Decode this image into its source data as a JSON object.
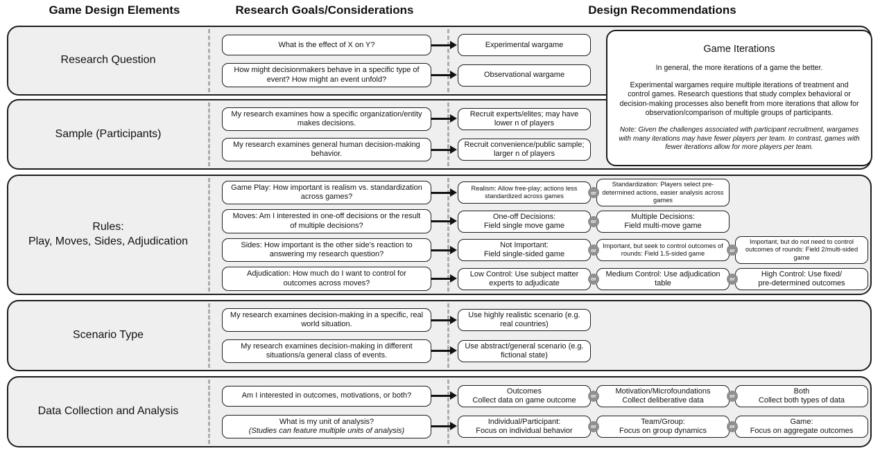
{
  "headers": {
    "col1": "Game Design Elements",
    "col2": "Research Goals/Considerations",
    "col3": "Design Recommendations"
  },
  "or_label": "or",
  "rows": [
    {
      "label_lines": [
        "Research Question"
      ],
      "pairs": [
        {
          "question_lines": [
            "What is the effect of X on Y?"
          ],
          "options": [
            {
              "lines": [
                "Experimental wargame"
              ]
            }
          ]
        },
        {
          "question_lines": [
            "How might decisionmakers behave in a specific type of event? How might an event unfold?"
          ],
          "options": [
            {
              "lines": [
                "Observational wargame"
              ]
            }
          ]
        }
      ]
    },
    {
      "label_lines": [
        "Sample (Participants)"
      ],
      "pairs": [
        {
          "question_lines": [
            "My research examines how a specific organization/entity makes decisions."
          ],
          "options": [
            {
              "lines": [
                "Recruit experts/elites; may have lower n of players"
              ]
            }
          ]
        },
        {
          "question_lines": [
            "My research examines general human decision-making behavior."
          ],
          "options": [
            {
              "lines": [
                "Recruit convenience/public sample; larger n of players"
              ]
            }
          ]
        }
      ]
    },
    {
      "label_lines": [
        "Rules:",
        "Play, Moves, Sides, Adjudication"
      ],
      "pairs": [
        {
          "question_lines": [
            "Game Play: How important is realism vs. standardization across games?"
          ],
          "options": [
            {
              "lines": [
                "Realism: Allow free-play; actions less standardized across games"
              ]
            },
            {
              "lines": [
                "Standardization: Players select pre-determined actions, easier analysis across games"
              ]
            }
          ]
        },
        {
          "question_lines": [
            "Moves: Am I interested in one-off decisions or the result of multiple decisions?"
          ],
          "options": [
            {
              "lines": [
                "One-off Decisions:",
                "Field single move game"
              ]
            },
            {
              "lines": [
                "Multiple Decisions:",
                "Field multi-move game"
              ]
            }
          ]
        },
        {
          "question_lines": [
            "Sides: How important is the other side's reaction to answering my research question?"
          ],
          "options": [
            {
              "lines": [
                "Not Important:",
                "Field single-sided game"
              ]
            },
            {
              "lines": [
                "Important, but seek to control outcomes of rounds: Field 1.5-sided game"
              ]
            },
            {
              "lines": [
                "Important, but do not need to control outcomes of rounds: Field 2/multi-sided game"
              ]
            }
          ]
        },
        {
          "question_lines": [
            "Adjudication: How much do I want to control for outcomes across moves?"
          ],
          "options": [
            {
              "lines": [
                "Low Control: Use subject matter experts to adjudicate"
              ]
            },
            {
              "lines": [
                "Medium Control: Use adjudication table"
              ]
            },
            {
              "lines": [
                "High Control: Use fixed/",
                "pre-determined outcomes"
              ]
            }
          ]
        }
      ]
    },
    {
      "label_lines": [
        "Scenario Type"
      ],
      "pairs": [
        {
          "question_lines": [
            "My research examines decision-making in a specific, real world situation."
          ],
          "options": [
            {
              "lines": [
                "Use highly realistic scenario (e.g. real countries)"
              ]
            }
          ]
        },
        {
          "question_lines": [
            "My research examines decision-making in different situations/a general class of events."
          ],
          "options": [
            {
              "lines": [
                "Use abstract/general scenario (e.g. fictional state)"
              ]
            }
          ]
        }
      ]
    },
    {
      "label_lines": [
        "Data Collection and Analysis"
      ],
      "pairs": [
        {
          "question_lines": [
            "Am I interested in outcomes, motivations, or both?"
          ],
          "options": [
            {
              "lines": [
                "Outcomes",
                "Collect data on game outcome"
              ]
            },
            {
              "lines": [
                "Motivation/Microfoundations",
                "Collect deliberative data"
              ]
            },
            {
              "lines": [
                "Both",
                "Collect both types of data"
              ]
            }
          ]
        },
        {
          "question_lines": [
            "What is my unit of analysis?",
            "(Studies can feature multiple units of analysis)"
          ],
          "options": [
            {
              "lines": [
                "Individual/Participant:",
                "Focus on individual behavior"
              ]
            },
            {
              "lines": [
                "Team/Group:",
                "Focus on group dynamics"
              ]
            },
            {
              "lines": [
                "Game:",
                "Focus on aggregate outcomes"
              ]
            }
          ]
        }
      ]
    }
  ],
  "iterations_panel": {
    "title": "Game Iterations",
    "body1": "In general, the more iterations of a game the better.",
    "body2": "Experimental wargames require multiple iterations of treatment and control games. Research questions that study complex behavioral or decision-making processes also benefit from more iterations that allow for observation/comparison of multiple groups of participants.",
    "note": "Note: Given the challenges associated with participant recruitment, wargames with many iterations may have fewer players per team. In contrast, games with fewer iterations allow for more players per team."
  },
  "colors": {
    "row_background": "#efefef",
    "box_border": "#1c1c1c",
    "or_circle": "#8f8f8f",
    "divider": "#adadad"
  }
}
